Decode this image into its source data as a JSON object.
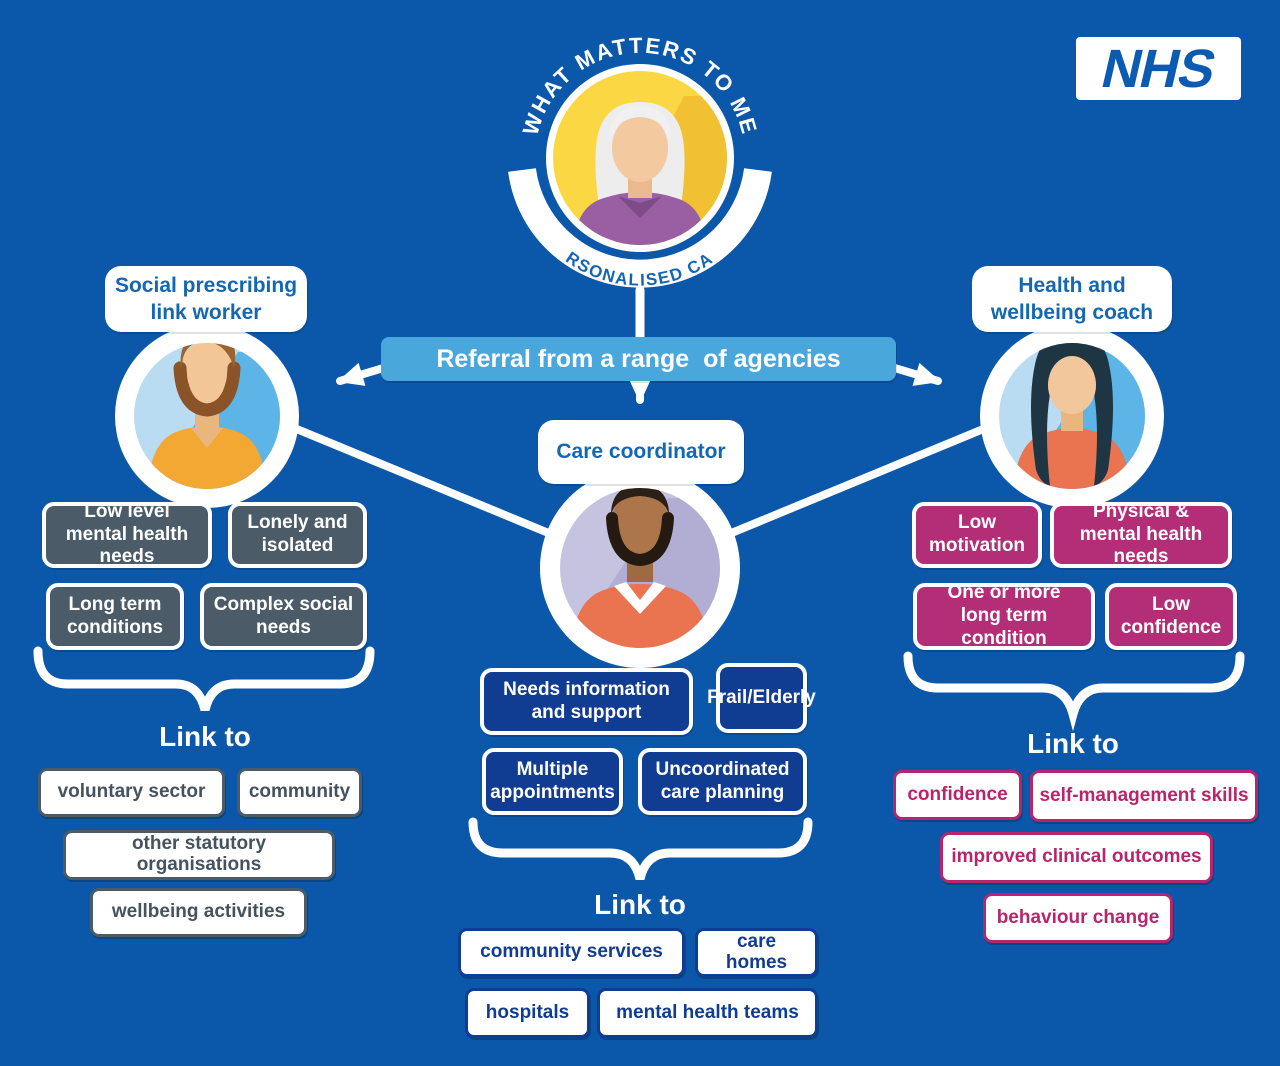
{
  "page": {
    "background_color": "#0b57a9"
  },
  "nhs_logo": {
    "text": "NHS",
    "text_color": "#0b5bb3"
  },
  "badge": {
    "arc_top": "WHAT MATTERS TO ME",
    "arc_bottom": "PERSONALISED CARE",
    "circle_color": "#f9d335"
  },
  "banner": {
    "label": "Referral from a range  of agencies",
    "color": "#4aa7db"
  },
  "roles": {
    "social_prescribing": {
      "title_lines": [
        "Social prescribing",
        "link worker"
      ],
      "accent_color": "#4b5c68",
      "needs": [
        "Low level mental health needs",
        "Lonely and isolated",
        "Long term conditions",
        "Complex social needs"
      ],
      "link_to_label": "Link to",
      "links": [
        "voluntary sector",
        "community",
        "other statutory organisations",
        "wellbeing activities"
      ]
    },
    "care_coordinator": {
      "title": "Care coordinator",
      "accent_color": "#103d92",
      "needs": [
        "Needs information and support",
        "Frail/Elderly",
        "Multiple appointments",
        "Uncoordinated care planning"
      ],
      "link_to_label": "Link to",
      "links": [
        "community services",
        "care homes",
        "hospitals",
        "mental health teams"
      ]
    },
    "health_wellbeing": {
      "title_lines": [
        "Health and",
        "wellbeing coach"
      ],
      "accent_color": "#b32e76",
      "needs": [
        "Low motivation",
        "Physical & mental health needs",
        "One or more long term condition",
        "Low confidence"
      ],
      "link_to_label": "Link to",
      "links": [
        "confidence",
        "self-management skills",
        "improved clinical outcomes",
        "behaviour change"
      ]
    }
  }
}
